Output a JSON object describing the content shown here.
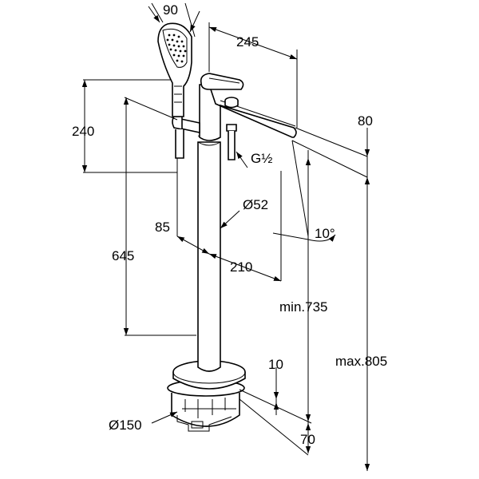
{
  "dimensions": {
    "handshower_width": "90",
    "spout_reach": "245",
    "spout_height": "80",
    "handshower_height": "240",
    "holder_height": "645",
    "thread": "G½",
    "column_diameter": "Ø52",
    "offset_85": "85",
    "angle": "10°",
    "reach_210": "210",
    "min_height": "min.735",
    "max_height": "max.805",
    "plate_10": "10",
    "base_diameter": "Ø150",
    "base_70": "70"
  },
  "colors": {
    "line": "#000000",
    "background": "#ffffff"
  }
}
